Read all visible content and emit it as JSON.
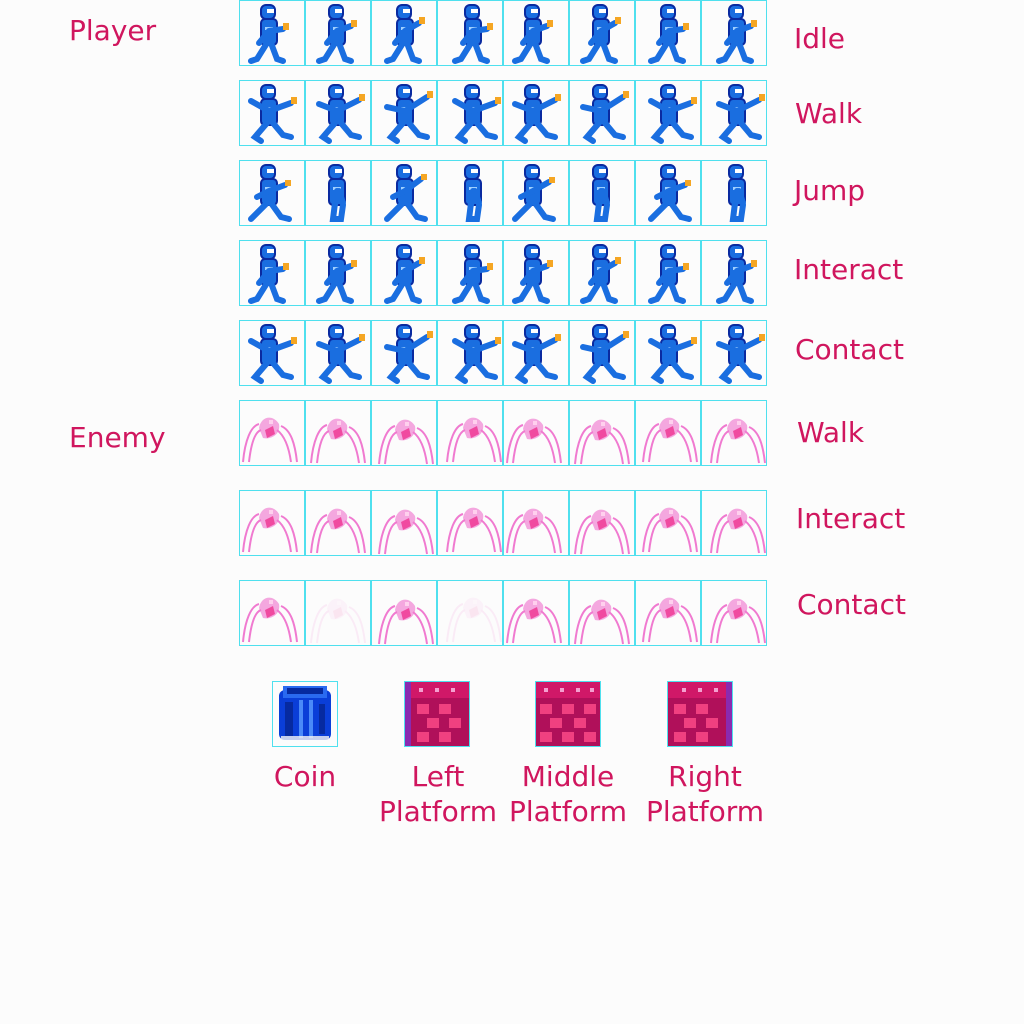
{
  "sections": {
    "player": "Player",
    "enemy": "Enemy"
  },
  "rows": [
    {
      "label": "Idle",
      "character": "player",
      "frames": 8
    },
    {
      "label": "Walk",
      "character": "player",
      "frames": 8
    },
    {
      "label": "Jump",
      "character": "player",
      "frames": 8
    },
    {
      "label": "Interact",
      "character": "player",
      "frames": 8
    },
    {
      "label": "Contact",
      "character": "player",
      "frames": 8
    },
    {
      "label": "Walk",
      "character": "enemy",
      "frames": 8
    },
    {
      "label": "Interact",
      "character": "enemy",
      "frames": 8
    },
    {
      "label": "Contact",
      "character": "enemy",
      "frames": 8,
      "faded_frames": [
        2,
        4
      ]
    }
  ],
  "tiles": [
    {
      "line1": "Coin",
      "line2": "",
      "icon": "coin-icon"
    },
    {
      "line1": "Left",
      "line2": "Platform",
      "icon": "platform-left-icon"
    },
    {
      "line1": "Middle",
      "line2": "Platform",
      "icon": "platform-middle-icon"
    },
    {
      "line1": "Right",
      "line2": "Platform",
      "icon": "platform-right-icon"
    }
  ],
  "colors": {
    "label": "#d0165e",
    "frame_border": "#4fe0ee",
    "background": "#fcfcfc",
    "player_body": "#1a6ee0",
    "player_outline": "#0a2aa0",
    "player_item": "#f5a623",
    "enemy_body": "#f07ad0",
    "enemy_core": "#f04aa0",
    "coin": "#0a3ed8",
    "brick_dark": "#b0105a",
    "brick_light": "#f04080"
  }
}
